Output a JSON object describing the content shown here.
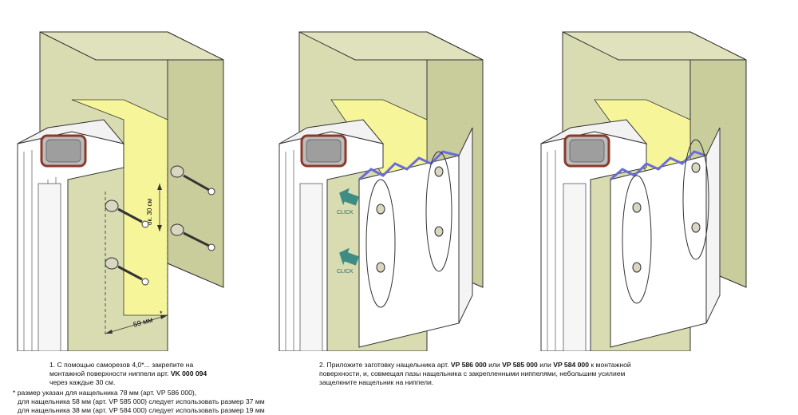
{
  "diagram_labels": {
    "dimension_vertical": "ок. 30 см",
    "dimension_horizontal": "59 мм",
    "dimension_star": "*",
    "click_top": "CLICK",
    "click_bottom": "CLICK"
  },
  "step1": {
    "line1": "1. С помощью саморезов 4,0*... закрепите на",
    "line2_prefix": "монтажной поверхности ниппели арт. ",
    "line2_code": "VK 000 094",
    "line3": "через каждые 30 см."
  },
  "step2": {
    "line1_prefix": "2. Приложите заготовку нащельника арт. ",
    "code1": "VP 586 000",
    "sep1": "  или ",
    "code2": "VP 585 000",
    "sep2": "  или ",
    "code3": "VP 584 000",
    "line1_suffix": "  к монтажной",
    "line2": "поверхности, и, совмещая пазы нащельника с закрепленными ниппелями, небольшим усилием",
    "line3": "защелкните нащельник на ниппели."
  },
  "footnote": {
    "line1": "* размер указан для нащельника 78 мм (арт. VP 586 000),",
    "line2": "для нащельника 58 мм (арт. VP 585 000) следует использовать размер 37 мм",
    "line3": "для нащельника 38 мм (арт. VP 584 000) следует использовать размер 19 мм"
  },
  "colors": {
    "wall": "#d8dcb0",
    "wall_dark": "#c9cd9c",
    "zone": "#f7f59a",
    "profile": "#ffffff",
    "seal": "#8a3a2a",
    "nipple_rail": "#6b6bd6",
    "arrow": "#3f8c85",
    "screw": "#d9d6c2"
  }
}
